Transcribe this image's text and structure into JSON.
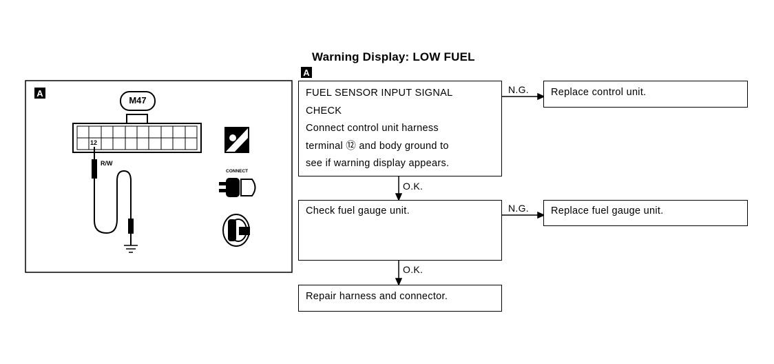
{
  "title": "Warning Display: LOW FUEL",
  "panel": {
    "tag": "A",
    "connector_id": "M47",
    "terminal": "12",
    "wire_color": "R/W",
    "connect_icon_label": "CONNECT"
  },
  "flow": {
    "tag": "A",
    "step1": {
      "heading_line1": "FUEL SENSOR INPUT SIGNAL",
      "heading_line2": "CHECK",
      "line3": "Connect control unit harness",
      "line4": "terminal ⑫ and body ground to",
      "line5": "see if warning display appears."
    },
    "ng1_label": "N.G.",
    "ng1_action": "Replace control unit.",
    "ok1_label": "O.K.",
    "step2": {
      "text": "Check fuel gauge unit."
    },
    "ng2_label": "N.G.",
    "ng2_action": "Replace fuel gauge unit.",
    "ok2_label": "O.K.",
    "step3": {
      "text": "Repair harness and connector."
    }
  },
  "icons": [
    "harness-test-icon",
    "connect-icon",
    "ignition-key-on-icon"
  ]
}
